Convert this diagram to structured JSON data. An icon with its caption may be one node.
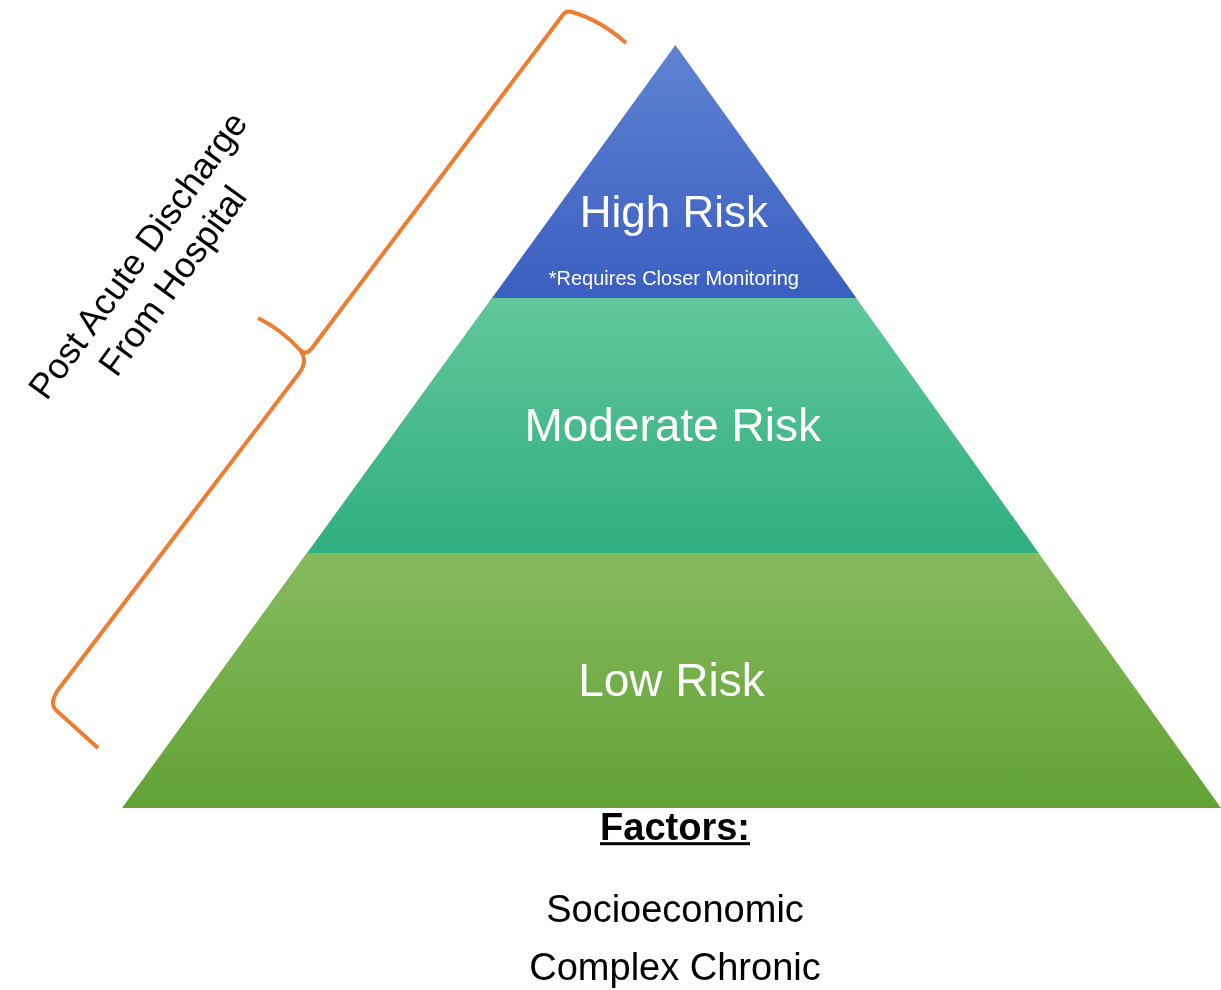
{
  "diagram": {
    "nodes": [
      {
        "text": [
          "High Risk",
          "*Requires Closer Monitoring"
        ]
      },
      {
        "text": [
          "Moderate Risk"
        ]
      },
      {
        "text": [
          "Low Risk"
        ]
      }
    ],
    "labels": [
      "Post Acute Discharge From Hospital",
      "Factors:",
      "Socioeconomic",
      "Complex Chronic"
    ]
  }
}
